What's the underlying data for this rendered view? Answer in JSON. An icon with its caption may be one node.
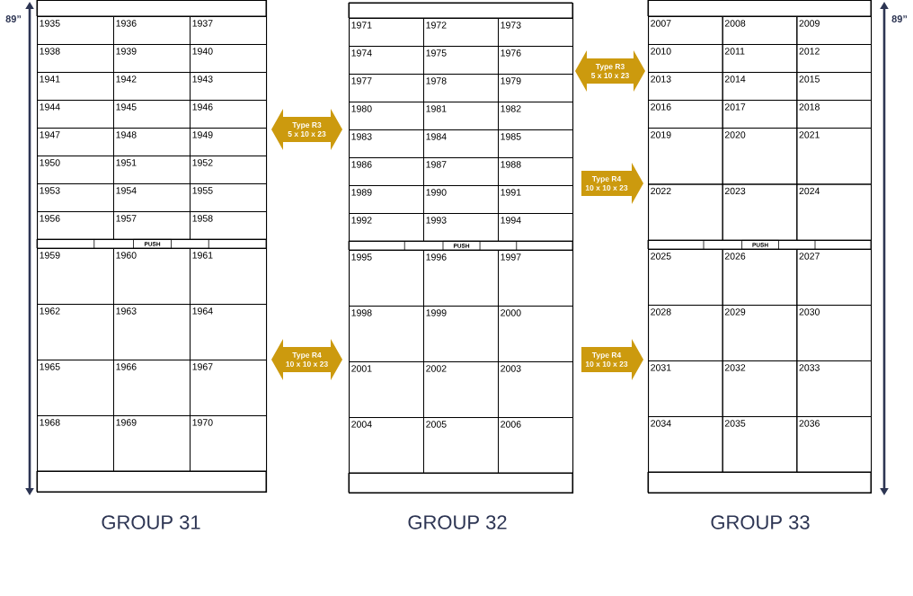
{
  "diagram": {
    "nodes": [
      {
        "text": [
          "GROUP 31"
        ]
      },
      {
        "text": [
          "1935"
        ],
        "in": 0
      },
      {
        "text": [
          "1936"
        ],
        "in": 0
      },
      {
        "text": [
          "1937"
        ],
        "in": 0
      },
      {
        "text": [
          "1938"
        ],
        "in": 0
      },
      {
        "text": [
          "1939"
        ],
        "in": 0
      },
      {
        "text": [
          "1940"
        ],
        "in": 0
      },
      {
        "text": [
          "1941"
        ],
        "in": 0
      },
      {
        "text": [
          "1942"
        ],
        "in": 0
      },
      {
        "text": [
          "1943"
        ],
        "in": 0
      },
      {
        "text": [
          "1944"
        ],
        "in": 0
      },
      {
        "text": [
          "1945"
        ],
        "in": 0
      },
      {
        "text": [
          "1946"
        ],
        "in": 0
      },
      {
        "text": [
          "1947"
        ],
        "in": 0
      },
      {
        "text": [
          "1948"
        ],
        "in": 0
      },
      {
        "text": [
          "1949"
        ],
        "in": 0
      },
      {
        "text": [
          "1950"
        ],
        "in": 0
      },
      {
        "text": [
          "1951"
        ],
        "in": 0
      },
      {
        "text": [
          "1952"
        ],
        "in": 0
      },
      {
        "text": [
          "1953"
        ],
        "in": 0
      },
      {
        "text": [
          "1954"
        ],
        "in": 0
      },
      {
        "text": [
          "1955"
        ],
        "in": 0
      },
      {
        "text": [
          "1956"
        ],
        "in": 0
      },
      {
        "text": [
          "1957"
        ],
        "in": 0
      },
      {
        "text": [
          "1958"
        ],
        "in": 0
      },
      {
        "text": [
          "PUSH"
        ],
        "in": 0
      },
      {
        "text": [
          "1959"
        ],
        "in": 0
      },
      {
        "text": [
          "1960"
        ],
        "in": 0
      },
      {
        "text": [
          "1961"
        ],
        "in": 0
      },
      {
        "text": [
          "1962"
        ],
        "in": 0
      },
      {
        "text": [
          "1963"
        ],
        "in": 0
      },
      {
        "text": [
          "1964"
        ],
        "in": 0
      },
      {
        "text": [
          "1965"
        ],
        "in": 0
      },
      {
        "text": [
          "1966"
        ],
        "in": 0
      },
      {
        "text": [
          "1967"
        ],
        "in": 0
      },
      {
        "text": [
          "1968"
        ],
        "in": 0
      },
      {
        "text": [
          "1969"
        ],
        "in": 0
      },
      {
        "text": [
          "1970"
        ],
        "in": 0
      },
      {
        "text": [
          "Type R3",
          "5 x 10 x 23"
        ]
      },
      {
        "text": [
          "Type R4",
          "10 x 10 x 23"
        ]
      },
      {
        "text": [
          "GROUP 32"
        ]
      },
      {
        "text": [
          "1971"
        ],
        "in": 40
      },
      {
        "text": [
          "1972"
        ],
        "in": 40
      },
      {
        "text": [
          "1973"
        ],
        "in": 40
      },
      {
        "text": [
          "1974"
        ],
        "in": 40
      },
      {
        "text": [
          "1975"
        ],
        "in": 40
      },
      {
        "text": [
          "1976"
        ],
        "in": 40
      },
      {
        "text": [
          "1977"
        ],
        "in": 40
      },
      {
        "text": [
          "1978"
        ],
        "in": 40
      },
      {
        "text": [
          "1979"
        ],
        "in": 40
      },
      {
        "text": [
          "1980"
        ],
        "in": 40
      },
      {
        "text": [
          "1981"
        ],
        "in": 40
      },
      {
        "text": [
          "1982"
        ],
        "in": 40
      },
      {
        "text": [
          "1983"
        ],
        "in": 40
      },
      {
        "text": [
          "1984"
        ],
        "in": 40
      },
      {
        "text": [
          "1985"
        ],
        "in": 40
      },
      {
        "text": [
          "1986"
        ],
        "in": 40
      },
      {
        "text": [
          "1987"
        ],
        "in": 40
      },
      {
        "text": [
          "1988"
        ],
        "in": 40
      },
      {
        "text": [
          "1989"
        ],
        "in": 40
      },
      {
        "text": [
          "1990"
        ],
        "in": 40
      },
      {
        "text": [
          "1991"
        ],
        "in": 40
      },
      {
        "text": [
          "1992"
        ],
        "in": 40
      },
      {
        "text": [
          "1993"
        ],
        "in": 40
      },
      {
        "text": [
          "1994"
        ],
        "in": 40
      },
      {
        "text": [
          "PUSH"
        ],
        "in": 40
      },
      {
        "text": [
          "1995"
        ],
        "in": 40
      },
      {
        "text": [
          "1996"
        ],
        "in": 40
      },
      {
        "text": [
          "1997"
        ],
        "in": 40
      },
      {
        "text": [
          "1998"
        ],
        "in": 40
      },
      {
        "text": [
          "1999"
        ],
        "in": 40
      },
      {
        "text": [
          "2000"
        ],
        "in": 40
      },
      {
        "text": [
          "2001"
        ],
        "in": 40
      },
      {
        "text": [
          "2002"
        ],
        "in": 40
      },
      {
        "text": [
          "2003"
        ],
        "in": 40
      },
      {
        "text": [
          "2004"
        ],
        "in": 40
      },
      {
        "text": [
          "2005"
        ],
        "in": 40
      },
      {
        "text": [
          "2006"
        ],
        "in": 40
      },
      {
        "text": [
          "Type R3",
          "5 x 10 x 23"
        ]
      },
      {
        "text": [
          "Type R4",
          "10 x 10 x 23"
        ]
      },
      {
        "text": [
          "Type R4",
          "10 x 10 x 23"
        ]
      },
      {
        "text": [
          "GROUP 33"
        ]
      },
      {
        "text": [
          "2007"
        ],
        "in": 81
      },
      {
        "text": [
          "2008"
        ],
        "in": 81
      },
      {
        "text": [
          "2009"
        ],
        "in": 81
      },
      {
        "text": [
          "2010"
        ],
        "in": 81
      },
      {
        "text": [
          "2011"
        ],
        "in": 81
      },
      {
        "text": [
          "2012"
        ],
        "in": 81
      },
      {
        "text": [
          "2013"
        ],
        "in": 81
      },
      {
        "text": [
          "2014"
        ],
        "in": 81
      },
      {
        "text": [
          "2015"
        ],
        "in": 81
      },
      {
        "text": [
          "2016"
        ],
        "in": 81
      },
      {
        "text": [
          "2017"
        ],
        "in": 81
      },
      {
        "text": [
          "2018"
        ],
        "in": 81
      },
      {
        "text": [
          "2019"
        ],
        "in": 81
      },
      {
        "text": [
          "2020"
        ],
        "in": 81
      },
      {
        "text": [
          "2021"
        ],
        "in": 81
      },
      {
        "text": [
          "2022"
        ],
        "in": 81
      },
      {
        "text": [
          "2023"
        ],
        "in": 81
      },
      {
        "text": [
          "2024"
        ],
        "in": 81
      },
      {
        "text": [
          "PUSH"
        ],
        "in": 81
      },
      {
        "text": [
          "2025"
        ],
        "in": 81
      },
      {
        "text": [
          "2026"
        ],
        "in": 81
      },
      {
        "text": [
          "2027"
        ],
        "in": 81
      },
      {
        "text": [
          "2028"
        ],
        "in": 81
      },
      {
        "text": [
          "2029"
        ],
        "in": 81
      },
      {
        "text": [
          "2030"
        ],
        "in": 81
      },
      {
        "text": [
          "2031"
        ],
        "in": 81
      },
      {
        "text": [
          "2032"
        ],
        "in": 81
      },
      {
        "text": [
          "2033"
        ],
        "in": 81
      },
      {
        "text": [
          "2034"
        ],
        "in": 81
      },
      {
        "text": [
          "2035"
        ],
        "in": 81
      },
      {
        "text": [
          "2036"
        ],
        "in": 81
      }
    ],
    "labels": [
      "89”",
      "89”"
    ]
  }
}
